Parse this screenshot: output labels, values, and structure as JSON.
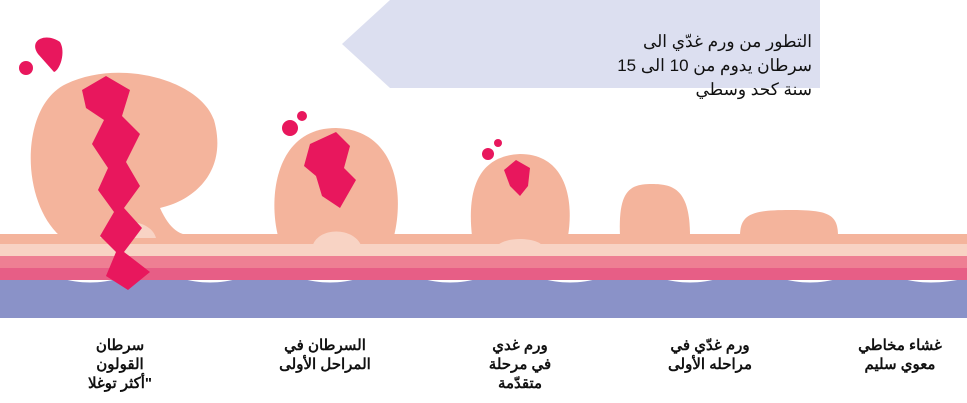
{
  "callout": {
    "text": "التطور  من ورم غدّي الى سرطان يدوم من 10 الى 15\nسنة كحد وسطي"
  },
  "stages": [
    {
      "label": "غشاء مخاطي\nمعوي سليم"
    },
    {
      "label": "ورم غدّي في\nمراحله الأولى"
    },
    {
      "label": "ورم غدي\nفي مرحلة\nمتقدّمة"
    },
    {
      "label": "السرطان في\nالمراحل الأولى"
    },
    {
      "label": "سرطان\nالقولون\n\"أكثر توغلا"
    }
  ],
  "colors": {
    "mucosa": "#f4b49c",
    "mucosa_light": "#f8d3c4",
    "pink_band": "#ee7f93",
    "magenta_band": "#e75e86",
    "blue_layer": "#8a92c8",
    "tumor": "#e8175d",
    "callout_bg": "#dcdff0"
  }
}
